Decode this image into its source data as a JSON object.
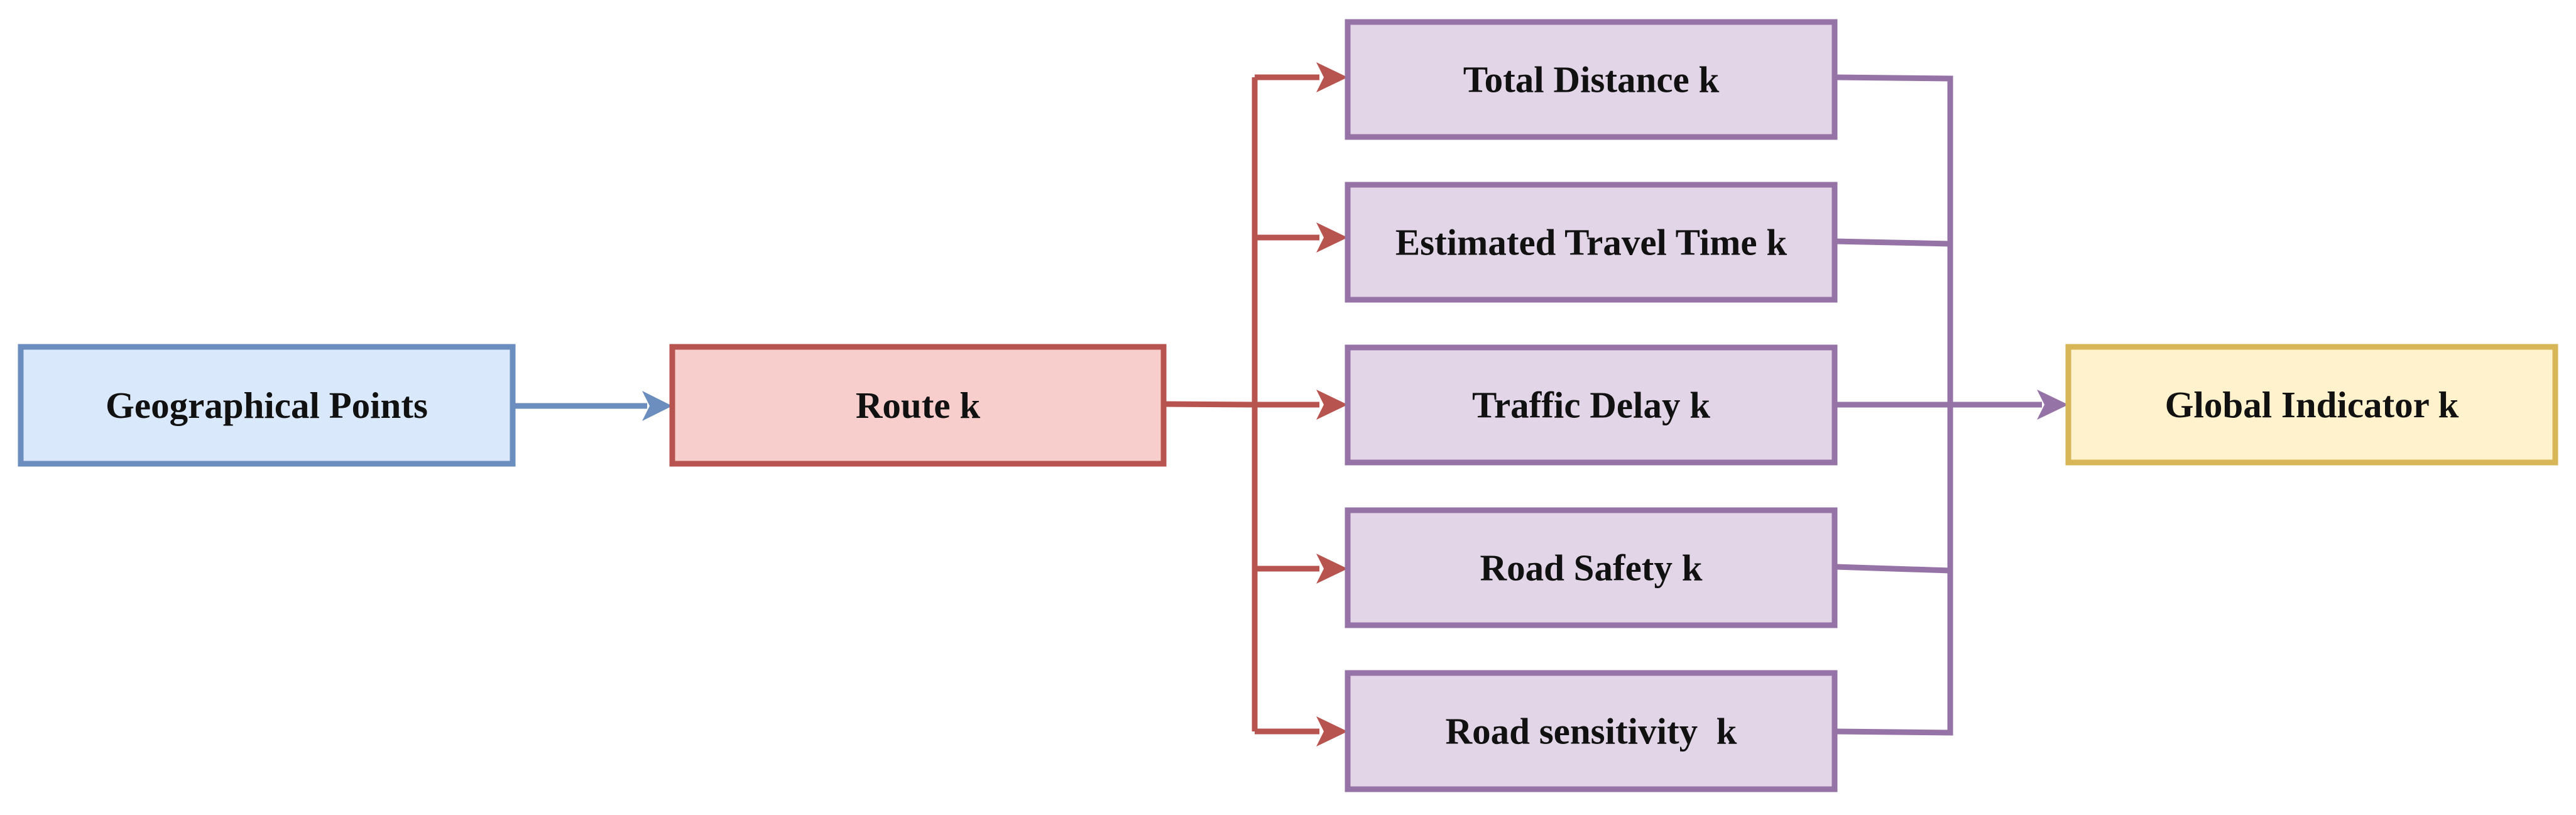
{
  "nodes": {
    "geographical_points": {
      "label": "Geographical Points",
      "fill": "#dae8fc",
      "stroke": "#6c8ebf"
    },
    "route": {
      "label": "Route k",
      "fill": "#f8cecc",
      "stroke": "#b85450"
    },
    "total_distance": {
      "label": "Total Distance k",
      "fill": "#e1d5e7",
      "stroke": "#9673a6"
    },
    "estimated_travel_time": {
      "label": "Estimated Travel Time k",
      "fill": "#e1d5e7",
      "stroke": "#9673a6"
    },
    "traffic_delay": {
      "label": "Traffic Delay k",
      "fill": "#e1d5e7",
      "stroke": "#9673a6"
    },
    "road_safety": {
      "label": "Road Safety k",
      "fill": "#e1d5e7",
      "stroke": "#9673a6"
    },
    "road_sensitivity": {
      "label": "Road sensitivity  k",
      "fill": "#e1d5e7",
      "stroke": "#9673a6"
    },
    "global_indicator": {
      "label": "Global Indicator k",
      "fill": "#fff2cc",
      "stroke": "#d6b656"
    }
  },
  "edge_colors": {
    "input": "#6c8ebf",
    "route_fanout": "#b85450",
    "metric_merge": "#9673a6"
  }
}
